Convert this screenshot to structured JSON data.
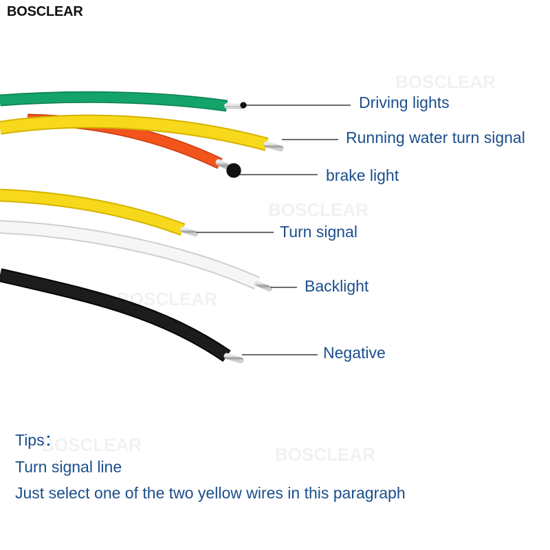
{
  "brand": "BOSCLEAR",
  "watermark": "BOSCLEAR",
  "labels": {
    "driving": "Driving lights",
    "running": "Running water turn signal",
    "brake": "brake light",
    "turn": "Turn signal",
    "backlight": "Backlight",
    "negative": "Negative"
  },
  "tips": {
    "heading": "Tips：",
    "line1": "Turn signal line",
    "line2": "Just select one of the two yellow wires in this paragraph"
  },
  "colors": {
    "green": "#14a36a",
    "yellow": "#f7d81a",
    "orange": "#f2541c",
    "white": "#f4f4f4",
    "black": "#151515",
    "label": "#1a4e8c"
  }
}
